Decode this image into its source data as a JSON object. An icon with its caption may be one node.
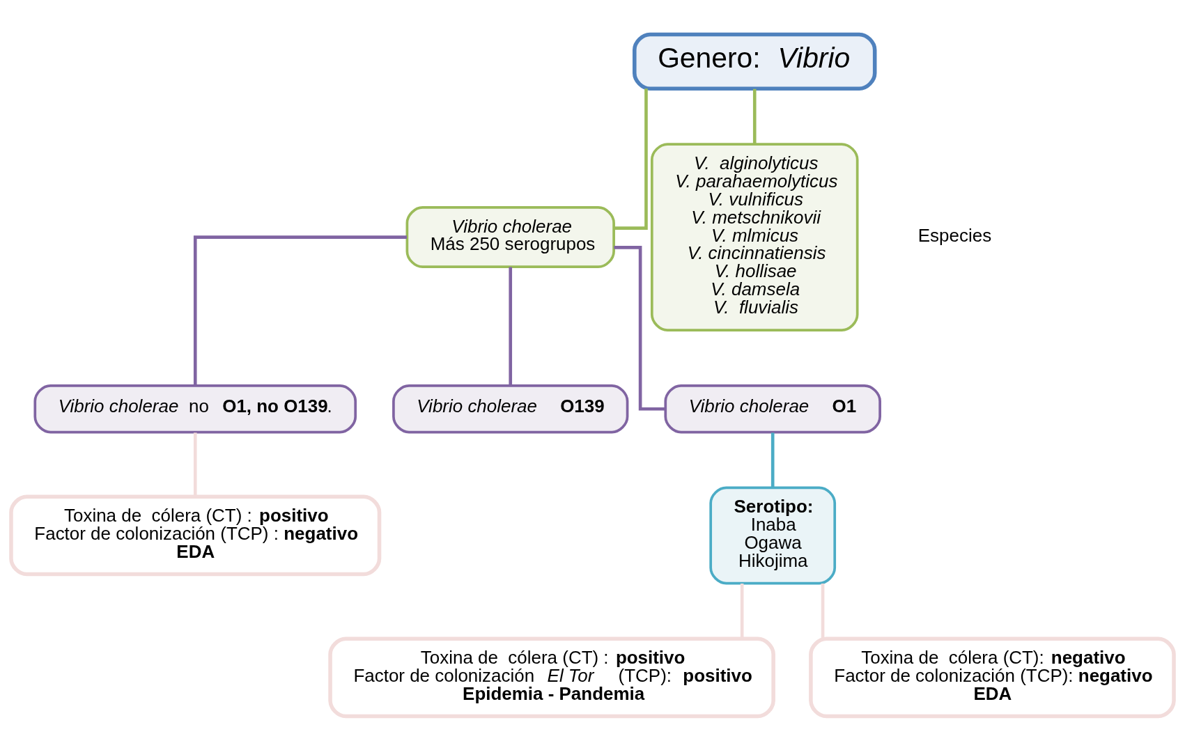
{
  "diagram": {
    "nodes": [
      {
        "text": [
          "Genero: *Vibrio*"
        ]
      },
      {
        "text": [
          "*Vibrio cholerae*",
          "Más 250 serogrupos"
        ]
      },
      {
        "text": [
          "*V.  alginolyticus*",
          "*V. parahaemolyticus*",
          "*V. vulnificus*",
          "*V. metschnikovii*",
          "*V. mlmicus*",
          "*V. cincinnatiensis*",
          "*V. hollisae*",
          "*V. damsela*",
          "*V.  fluvialis*"
        ]
      },
      {
        "text": [
          "*Vibrio cholerae* no **O1, no O139**."
        ]
      },
      {
        "text": [
          "*Vibrio cholerae* **O139**"
        ]
      },
      {
        "text": [
          "*Vibrio cholerae* **O1**"
        ]
      },
      {
        "text": [
          "**Serotipo:**",
          "Inaba",
          "Ogawa",
          "Hikojima"
        ]
      },
      {
        "text": [
          "Toxina de  cólera (CT) : **positivo**",
          "Factor de colonización (TCP) : **negativo**",
          "**EDA**"
        ]
      },
      {
        "text": [
          "Toxina de  cólera (CT) : **positivo**",
          "Factor de colonización  *El Tor*   (TCP): **positivo**",
          "**Epidemia - Pandemia**"
        ]
      },
      {
        "text": [
          "Toxina de  cólera (CT): **negativo**",
          "Factor de colonización (TCP): **negativo**",
          "**EDA**"
        ]
      }
    ],
    "edges": [
      {
        "from": 0,
        "to": 1,
        "arrow": "none",
        "color": "#9bbb59"
      },
      {
        "from": 0,
        "to": 2,
        "arrow": "none",
        "color": "#9bbb59"
      },
      {
        "from": 1,
        "to": 3,
        "arrow": "none",
        "color": "#8064a2"
      },
      {
        "from": 1,
        "to": 4,
        "arrow": "none",
        "color": "#8064a2"
      },
      {
        "from": 1,
        "to": 5,
        "arrow": "none",
        "color": "#8064a2"
      },
      {
        "from": 5,
        "to": 6,
        "arrow": "none",
        "color": "#4bacc6"
      },
      {
        "from": 3,
        "to": 7,
        "arrow": "none",
        "color": "#f2dcdb"
      },
      {
        "from": 6,
        "to": 8,
        "arrow": "none",
        "color": "#f2dcdb"
      },
      {
        "from": 6,
        "to": 9,
        "arrow": "none",
        "color": "#f2dcdb"
      }
    ],
    "labels": [
      "Especies"
    ]
  }
}
